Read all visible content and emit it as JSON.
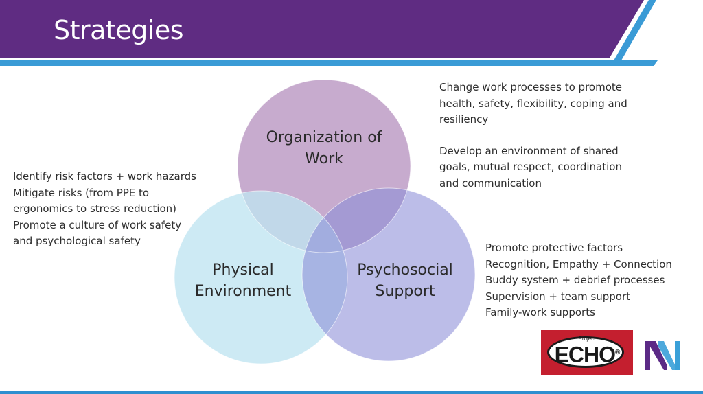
{
  "header": {
    "title": "Strategies"
  },
  "diagram": {
    "circles": [
      {
        "id": "organization",
        "label_lines": [
          "Organization of",
          "Work"
        ],
        "color": "#a477b0"
      },
      {
        "id": "physical",
        "label_lines": [
          "Physical",
          "Environment"
        ],
        "color": "#bfe4f1"
      },
      {
        "id": "psychosocial",
        "label_lines": [
          "Psychosocial",
          "Support"
        ],
        "color": "#8c8ed8"
      }
    ]
  },
  "notes": {
    "organization": {
      "para1": [
        "Change work processes to promote",
        "health, safety, flexibility, coping and",
        "resiliency"
      ],
      "para2": [
        "Develop an environment of shared",
        "goals, mutual respect, coordination",
        "and communication"
      ]
    },
    "physical": {
      "lines": [
        "Identify risk factors + work hazards",
        "Mitigate risks (from PPE to",
        "ergonomics to stress reduction)",
        "Promote a culture of work safety",
        "and psychological safety"
      ]
    },
    "psychosocial": {
      "lines": [
        "Promote protective factors",
        "Recognition, Empathy + Connection",
        "Buddy system + debrief processes",
        "Supervision + team support",
        "Family-work supports"
      ]
    }
  },
  "logos": {
    "echo": {
      "small_text": "Project",
      "main_text": "ECHO",
      "mark": "®",
      "color": "#c41f2f"
    },
    "nn": {
      "icon": "nn-logo-icon",
      "colors": [
        "#5b2a86",
        "#3aa0d8"
      ]
    }
  },
  "theme": {
    "header_color": "#5f2c82",
    "accent_blue": "#2f8fd0"
  }
}
